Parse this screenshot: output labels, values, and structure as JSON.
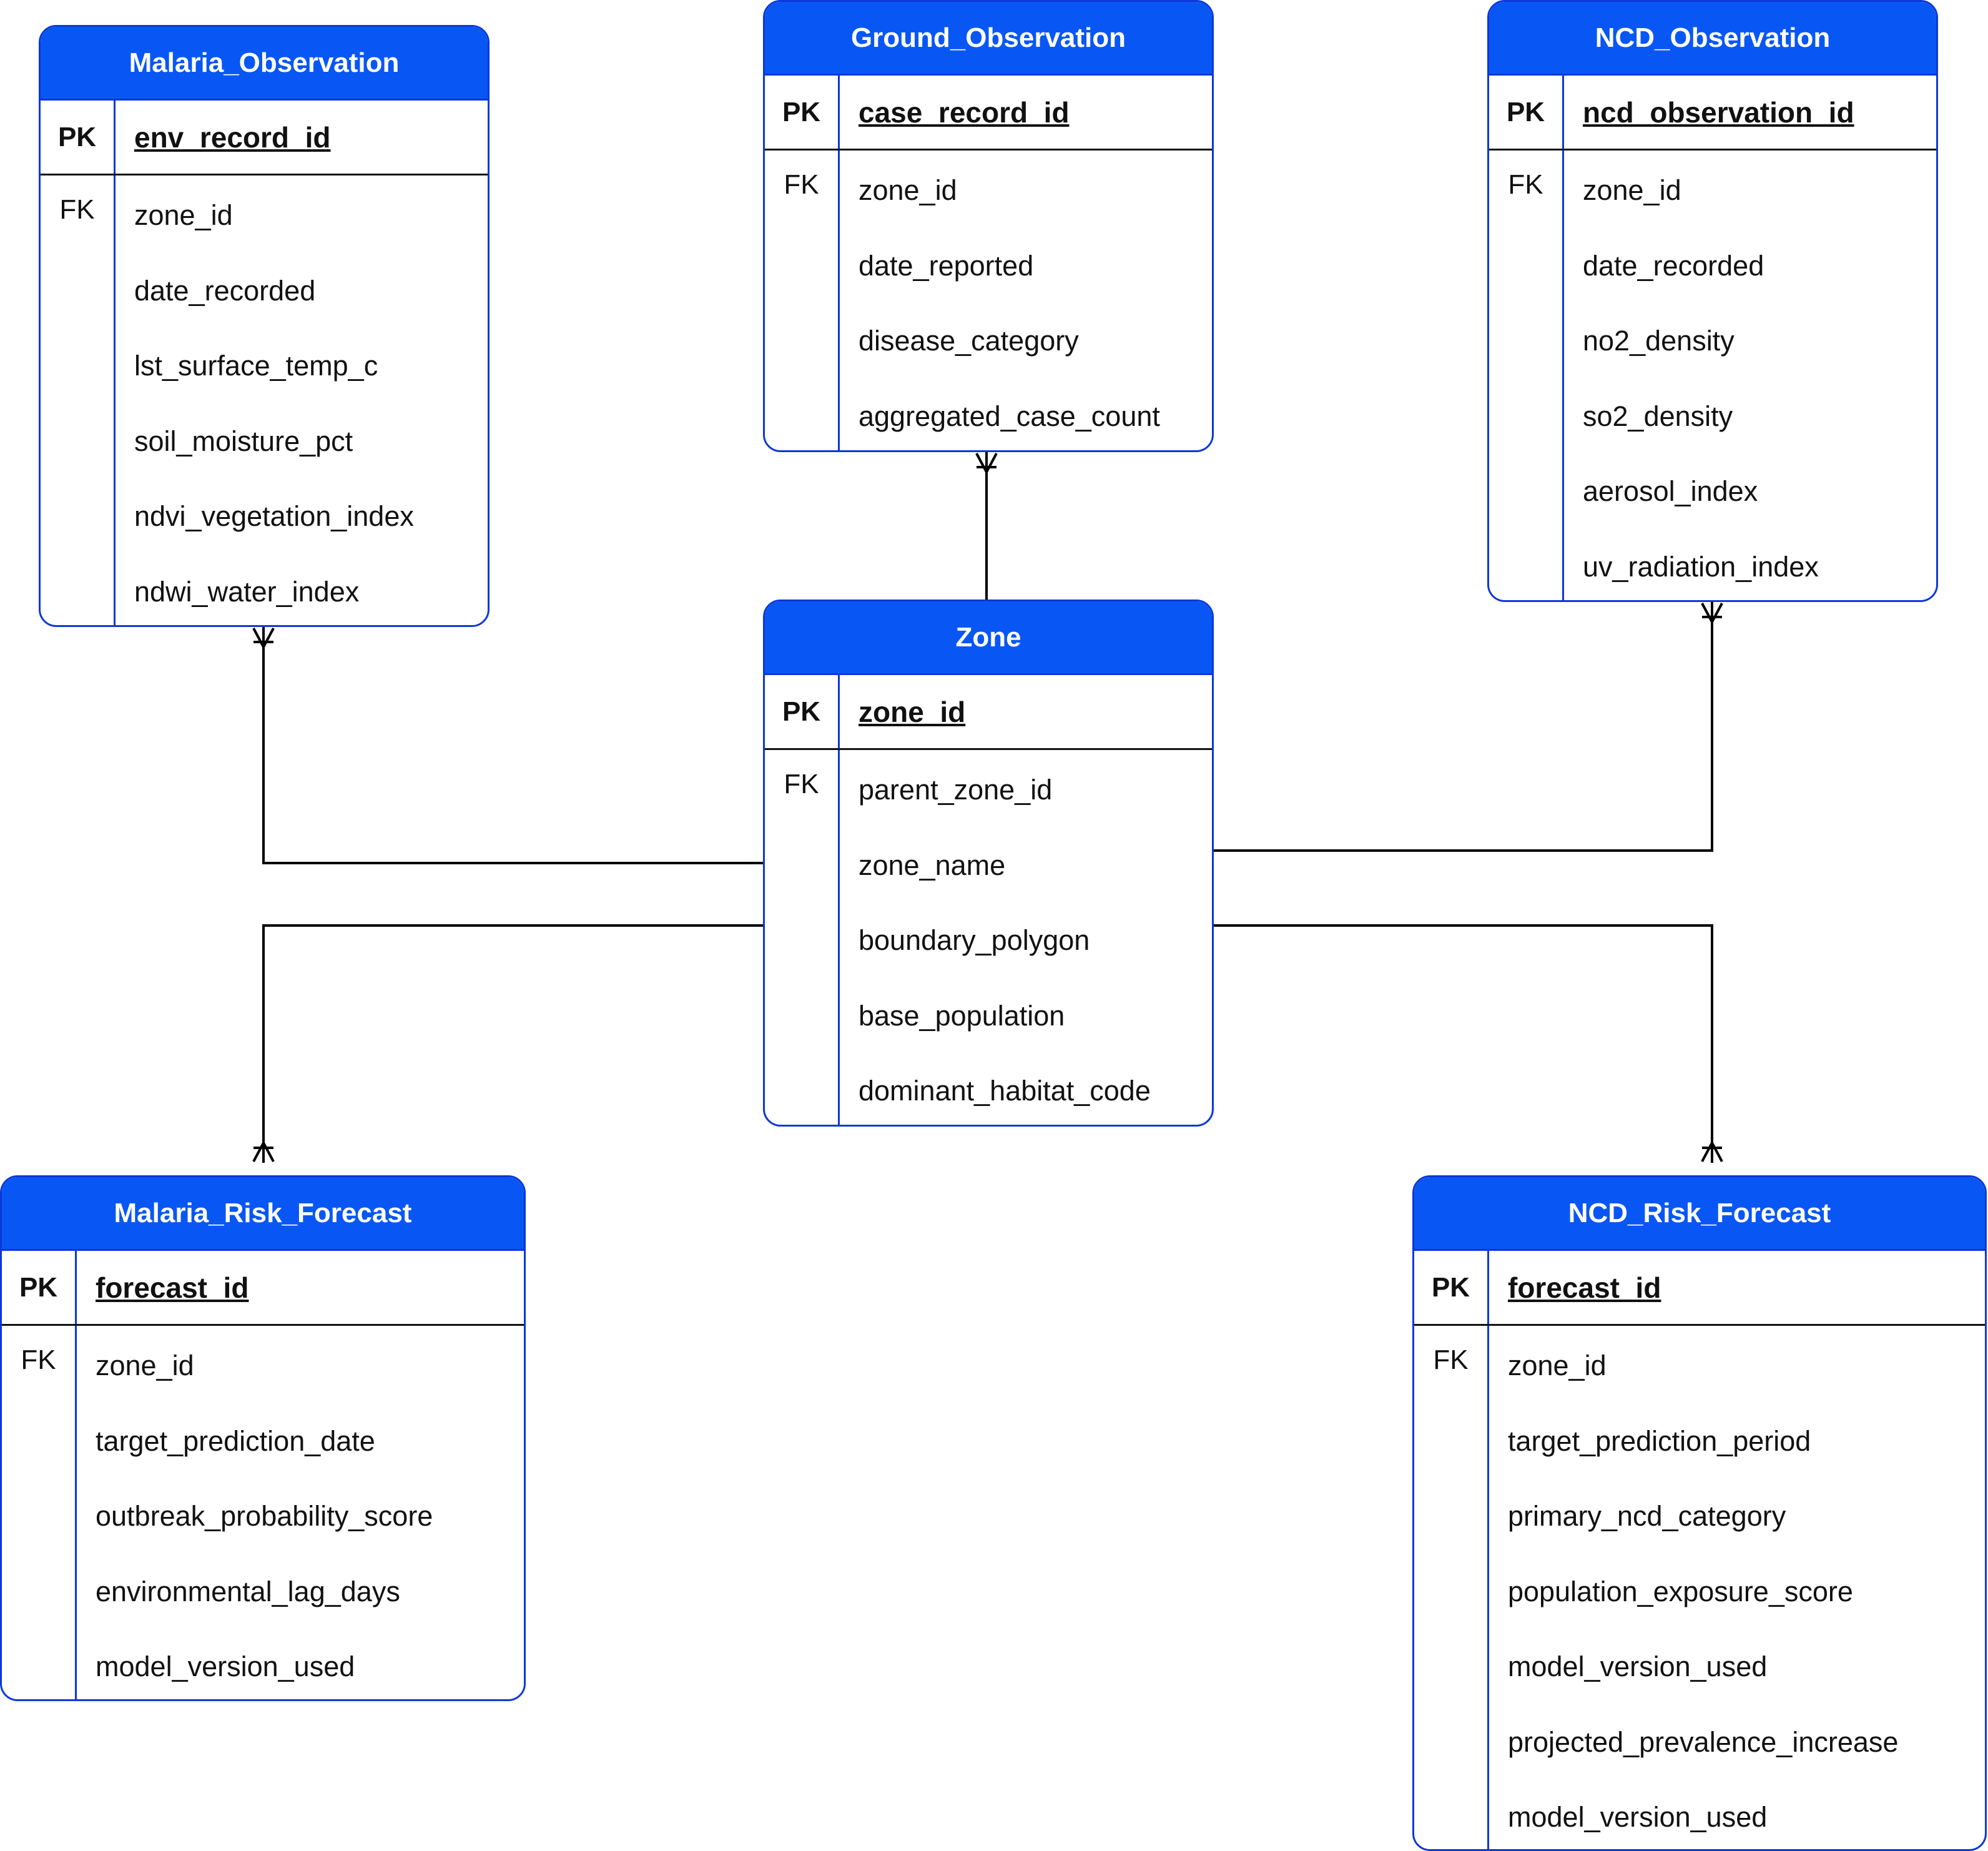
{
  "diagram": {
    "type": "entity-relationship",
    "colors": {
      "header_fill": "#0857f5",
      "border": "#0c38d6",
      "header_text": "#ffffff",
      "line": "#000000"
    },
    "key_labels": {
      "pk": "PK",
      "fk": "FK"
    },
    "entities": {
      "malaria_observation": {
        "title": "Malaria_Observation",
        "pk": "env_record_id",
        "fk_attrs": [
          "zone_id",
          "date_recorded",
          "lst_surface_temp_c",
          "soil_moisture_pct",
          "ndvi_vegetation_index",
          "ndwi_water_index"
        ]
      },
      "ground_observation": {
        "title": "Ground_Observation",
        "pk": "case_record_id",
        "fk_attrs": [
          "zone_id",
          "date_reported",
          "disease_category",
          "aggregated_case_count"
        ]
      },
      "ncd_observation": {
        "title": "NCD_Observation",
        "pk": "ncd_observation_id",
        "fk_attrs": [
          "zone_id",
          "date_recorded",
          "no2_density",
          "so2_density",
          "aerosol_index",
          "uv_radiation_index"
        ]
      },
      "zone": {
        "title": "Zone",
        "pk": "zone_id",
        "fk_attrs": [
          "parent_zone_id",
          "zone_name",
          "boundary_polygon",
          "base_population",
          "dominant_habitat_code"
        ]
      },
      "malaria_risk_forecast": {
        "title": "Malaria_Risk_Forecast",
        "pk": "forecast_id",
        "fk_attrs": [
          "zone_id",
          "target_prediction_date",
          "outbreak_probability_score",
          "environmental_lag_days",
          "model_version_used"
        ]
      },
      "ncd_risk_forecast": {
        "title": "NCD_Risk_Forecast",
        "pk": "forecast_id",
        "fk_attrs": [
          "zone_id",
          "target_prediction_period",
          "primary_ncd_category",
          "population_exposure_score",
          "model_version_used",
          "projected_prevalence_increase",
          "model_version_used"
        ]
      }
    },
    "relationships": [
      {
        "from": "zone",
        "to": "malaria_observation",
        "cardinality": "one-or-many"
      },
      {
        "from": "zone",
        "to": "ground_observation",
        "cardinality": "one-or-many"
      },
      {
        "from": "zone",
        "to": "ncd_observation",
        "cardinality": "one-or-many"
      },
      {
        "from": "zone",
        "to": "malaria_risk_forecast",
        "cardinality": "one-or-many"
      },
      {
        "from": "zone",
        "to": "ncd_risk_forecast",
        "cardinality": "one-or-many"
      }
    ]
  }
}
